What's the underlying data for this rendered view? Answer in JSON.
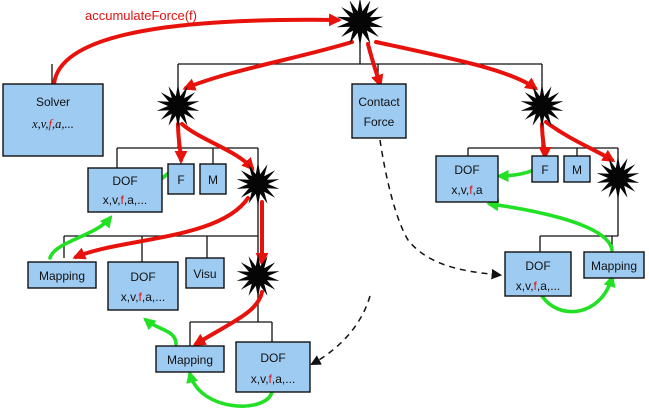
{
  "title_label": "accumulateForce(f)",
  "colors": {
    "node_fill": "#9ecbf2",
    "force_arrow": "#e8120c",
    "state_arrow": "#22e024",
    "highlight_text": "#e01010"
  },
  "solver": {
    "title": "Solver",
    "state_pre": "x,v,",
    "state_hi": "f",
    "state_post": ",a,..."
  },
  "contact_force": {
    "line1": "Contact",
    "line2": "Force"
  },
  "left_branch": {
    "dof": {
      "title": "DOF",
      "state_pre": "x,v,",
      "state_hi": "f",
      "state_post": ",a,..."
    },
    "forcefield": "F",
    "mass": "M",
    "mapping": "Mapping",
    "visual": "Visu",
    "child_dof": {
      "title": "DOF",
      "state_pre": "x,v,",
      "state_hi": "f",
      "state_post": ",a,..."
    },
    "grandchild_mapping": "Mapping",
    "grandchild_dof": {
      "title": "DOF",
      "state_pre": "x,v,",
      "state_hi": "f",
      "state_post": ",a,..."
    }
  },
  "right_branch": {
    "dof": {
      "title": "DOF",
      "state_pre": "x,v,",
      "state_hi": "f",
      "state_post": ",a"
    },
    "forcefield": "F",
    "mass": "M",
    "mapping": "Mapping",
    "child_dof": {
      "title": "DOF",
      "state_pre": "x,v,",
      "state_hi": "f",
      "state_post": ",a,..."
    }
  }
}
